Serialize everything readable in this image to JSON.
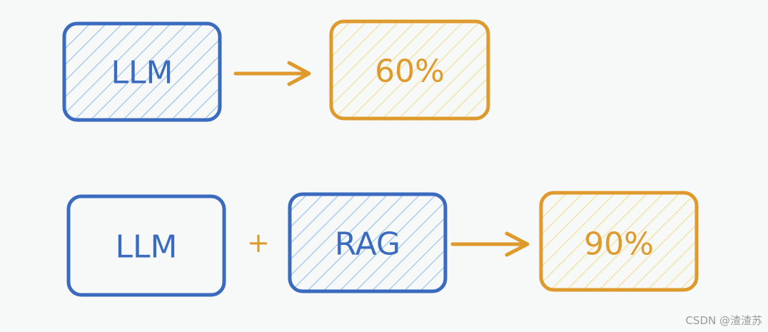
{
  "diagram": {
    "row1": {
      "llm_label": "LLM",
      "result_label": "60%"
    },
    "row2": {
      "llm_label": "LLM",
      "plus_symbol": "+",
      "rag_label": "RAG",
      "result_label": "90%"
    }
  },
  "colors": {
    "blue": "#3b6bbf",
    "orange": "#de9a2d",
    "blue_hatch": "#9dc3ea",
    "orange_hatch": "#f2df96",
    "background": "#f7f9f8"
  },
  "watermark": "CSDN @渣渣苏"
}
